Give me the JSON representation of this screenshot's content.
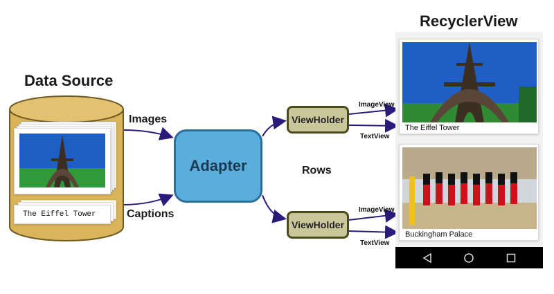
{
  "data_source": {
    "title": "Data Source",
    "caption_text": "The Eiffel Tower"
  },
  "edges": {
    "images": "Images",
    "captions": "Captions",
    "rows": "Rows"
  },
  "adapter": {
    "label": "Adapter"
  },
  "viewholders": [
    {
      "label": "ViewHolder",
      "image_view": "ImageView",
      "text_view": "TextView"
    },
    {
      "label": "ViewHolder",
      "image_view": "ImageView",
      "text_view": "TextView"
    }
  ],
  "recycler_view": {
    "title": "RecyclerView",
    "rows": [
      {
        "caption": "The Eiffel Tower"
      },
      {
        "caption": "Buckingham Palace"
      }
    ]
  },
  "colors": {
    "cylinder": "#d9b45a",
    "adapter": "#5aaedb",
    "viewholder": "#c9c79a",
    "arrow": "#2a1b7a"
  },
  "icons": [
    "back-icon",
    "home-icon",
    "recents-icon"
  ]
}
